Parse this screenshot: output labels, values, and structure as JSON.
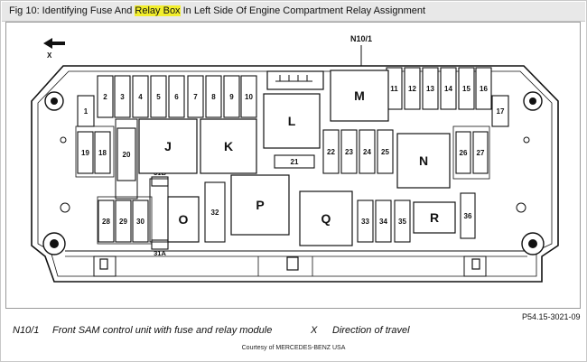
{
  "title": {
    "before": "Fig 10: Identifying Fuse And ",
    "highlight": "Relay Box",
    "after": " In Left Side Of Engine Compartment Relay Assignment"
  },
  "diagram": {
    "module_callout": "N10/1",
    "direction_label": "X",
    "fuses": [
      "1",
      "2",
      "3",
      "4",
      "5",
      "6",
      "7",
      "8",
      "9",
      "10",
      "11",
      "12",
      "13",
      "14",
      "15",
      "16",
      "17",
      "18",
      "19",
      "20",
      "21",
      "22",
      "23",
      "24",
      "25",
      "26",
      "27",
      "28",
      "29",
      "30",
      "31A",
      "31B",
      "32",
      "33",
      "34",
      "35",
      "36"
    ],
    "relays": [
      "J",
      "K",
      "L",
      "M",
      "N",
      "O",
      "P",
      "Q",
      "R"
    ]
  },
  "legend": [
    {
      "key": "N10/1",
      "text": "Front SAM control unit with fuse and relay module"
    },
    {
      "key": "X",
      "text": "Direction of travel"
    }
  ],
  "part_number": "P54.15-3021-09",
  "courtesy": "Courtesy of MERCEDES-BENZ USA"
}
